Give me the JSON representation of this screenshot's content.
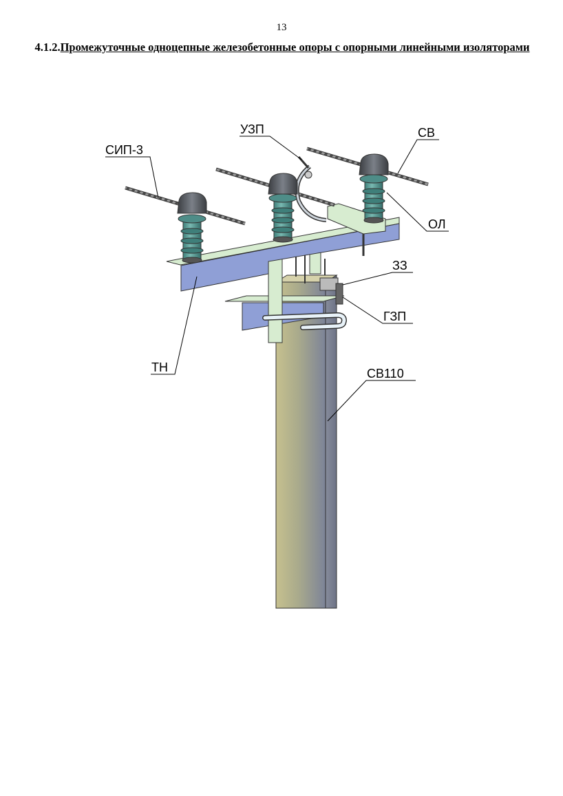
{
  "page": {
    "number": "13",
    "heading_number": "4.1.2.",
    "heading_text": "Промежуточные одноцепные железобетонные опоры с опорными линейными изоляторами"
  },
  "labels": {
    "sip3": "СИП-3",
    "uzp": "УЗП",
    "sv": "СВ",
    "ol": "ОЛ",
    "zz": "ЗЗ",
    "gzp": "ГЗП",
    "tn": "ТН",
    "sv110": "СВ110"
  },
  "colors": {
    "pole": "#b7b386",
    "pole_shade": "#7f8596",
    "crossarm": "#8f9fd6",
    "bracket": "#d7ecd0",
    "insulator": "#5f9e98",
    "clamp": "#555a60",
    "wire": "#707070"
  }
}
